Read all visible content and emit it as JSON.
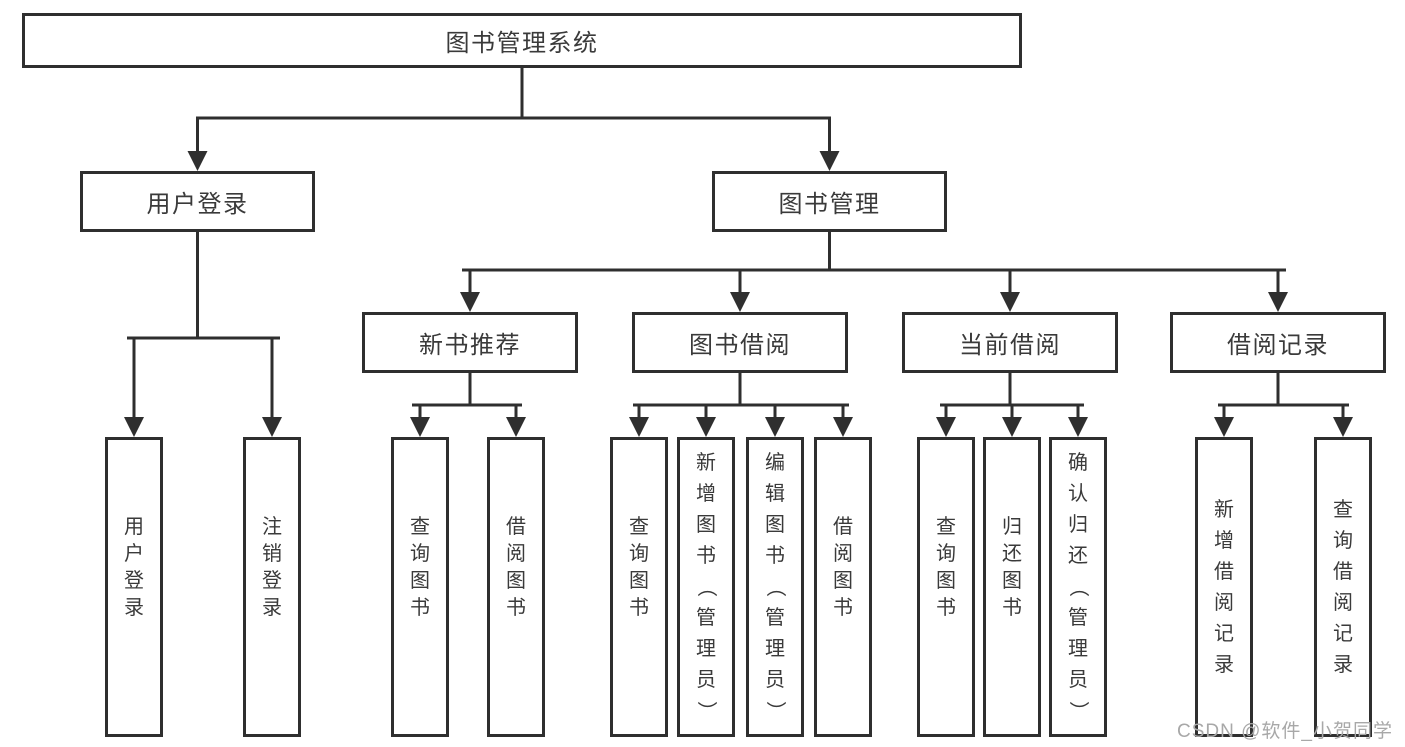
{
  "diagram": {
    "type": "tree",
    "tree": {
      "label": "图书管理系统",
      "children": [
        {
          "label": "用户登录",
          "children": [
            {
              "label": "用户登录"
            },
            {
              "label": "注销登录"
            }
          ]
        },
        {
          "label": "图书管理",
          "children": [
            {
              "label": "新书推荐",
              "children": [
                {
                  "label": "查询图书"
                },
                {
                  "label": "借阅图书"
                }
              ]
            },
            {
              "label": "图书借阅",
              "children": [
                {
                  "label": "查询图书"
                },
                {
                  "label": "新增图书（管理员）"
                },
                {
                  "label": "编辑图书（管理员）"
                },
                {
                  "label": "借阅图书"
                }
              ]
            },
            {
              "label": "当前借阅",
              "children": [
                {
                  "label": "查询图书"
                },
                {
                  "label": "归还图书"
                },
                {
                  "label": "确认归还（管理员）"
                }
              ]
            },
            {
              "label": "借阅记录",
              "children": [
                {
                  "label": "新增借阅记录"
                },
                {
                  "label": "查询借阅记录"
                }
              ]
            }
          ]
        }
      ]
    }
  },
  "watermark": {
    "text": "CSDN @软件_小贺同学"
  },
  "colors": {
    "line": "#2f2f2f",
    "text": "#3a3a3a",
    "background": "#ffffff",
    "watermark": "#a8a8a8"
  }
}
